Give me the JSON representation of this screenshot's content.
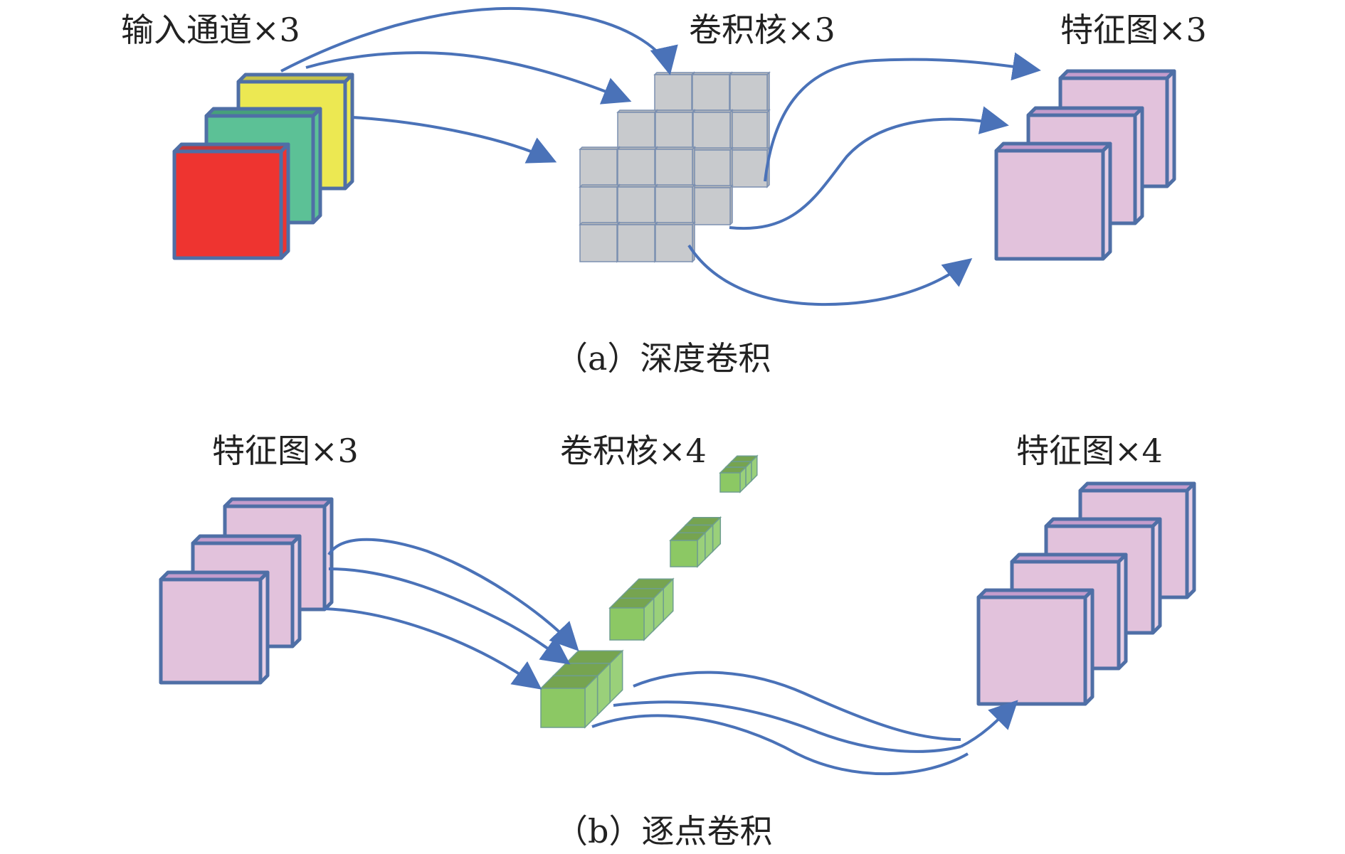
{
  "diagram": {
    "title_a": "（a）深度卷积",
    "title_b": "（b）逐点卷积",
    "panel_a": {
      "input_label": "输入通道×3",
      "kernel_label": "卷积核×3",
      "output_label": "特征图×3",
      "input_channels": [
        {
          "name": "red",
          "color": "#ee3430",
          "top": "#c4383c"
        },
        {
          "name": "green",
          "color": "#5cc196",
          "top": "#46a07a"
        },
        {
          "name": "yellow",
          "color": "#ece852",
          "top": "#c4c24a"
        }
      ],
      "kernel_color": "#c8cacd",
      "output_color": "#e2c2dc",
      "output_top_color": "#c49ccc",
      "kernel_count": 3,
      "output_count": 3
    },
    "panel_b": {
      "input_label": "特征图×3",
      "kernel_label": "卷积核×4",
      "output_label": "特征图×4",
      "kernel_color": "#8cc864",
      "kernel_top_color": "#76a450",
      "input_count": 3,
      "kernel_count": 4,
      "output_count": 4
    },
    "arrow_color": "#4a72b8",
    "edge_color": "#4f6fa6"
  }
}
